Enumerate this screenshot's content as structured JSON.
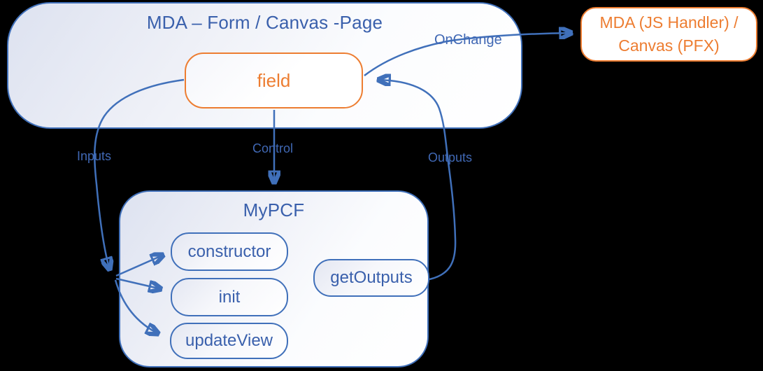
{
  "diagram": {
    "mda_page": {
      "title": "MDA – Form / Canvas -Page"
    },
    "field": {
      "label": "field"
    },
    "handler": {
      "line1": "MDA (JS Handler) /",
      "line2": "Canvas (PFX)"
    },
    "mypcf": {
      "title": "MyPCF"
    },
    "nodes": {
      "constructor": "constructor",
      "init": "init",
      "update_view": "updateView",
      "get_outputs": "getOutputs"
    },
    "edge_labels": {
      "onchange": "OnChange",
      "inputs": "Inputs",
      "control": "Control",
      "outputs": "Outputs"
    },
    "colors": {
      "blue_line": "#4070BA",
      "blue_text": "#3A60AC",
      "orange": "#ED7D31"
    }
  }
}
